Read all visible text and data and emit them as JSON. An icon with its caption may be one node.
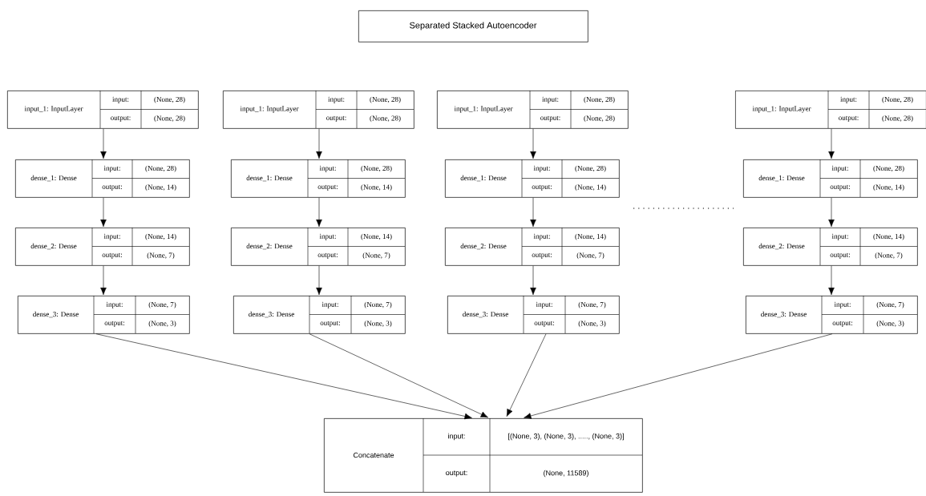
{
  "diagram": {
    "nodes": [
      {
        "text": [
          "Separated Stacked Autoencoder"
        ]
      },
      {
        "text": [
          "input_1: InputLayer",
          "input:",
          "(None, 28)",
          "output:",
          "(None, 28)"
        ]
      },
      {
        "text": [
          "dense_1: Dense",
          "input:",
          "(None, 28)",
          "output:",
          "(None, 14)"
        ]
      },
      {
        "text": [
          "dense_2: Dense",
          "input:",
          "(None, 14)",
          "output:",
          "(None, 7)"
        ]
      },
      {
        "text": [
          "dense_3: Dense",
          "input:",
          "(None, 7)",
          "output:",
          "(None, 3)"
        ]
      },
      {
        "text": [
          "input_1: InputLayer",
          "input:",
          "(None, 28)",
          "output:",
          "(None, 28)"
        ]
      },
      {
        "text": [
          "dense_1: Dense",
          "input:",
          "(None, 28)",
          "output:",
          "(None, 14)"
        ]
      },
      {
        "text": [
          "dense_2: Dense",
          "input:",
          "(None, 14)",
          "output:",
          "(None, 7)"
        ]
      },
      {
        "text": [
          "dense_3: Dense",
          "input:",
          "(None, 7)",
          "output:",
          "(None, 3)"
        ]
      },
      {
        "text": [
          "input_1: InputLayer",
          "input:",
          "(None, 28)",
          "output:",
          "(None, 28)"
        ]
      },
      {
        "text": [
          "dense_1: Dense",
          "input:",
          "(None, 28)",
          "output:",
          "(None, 14)"
        ]
      },
      {
        "text": [
          "dense_2: Dense",
          "input:",
          "(None, 14)",
          "output:",
          "(None, 7)"
        ]
      },
      {
        "text": [
          "dense_3: Dense",
          "input:",
          "(None, 7)",
          "output:",
          "(None, 3)"
        ]
      },
      {
        "text": [
          "input_1: InputLayer",
          "input:",
          "(None, 28)",
          "output:",
          "(None, 28)"
        ]
      },
      {
        "text": [
          "dense_1: Dense",
          "input:",
          "(None, 28)",
          "output:",
          "(None, 14)"
        ]
      },
      {
        "text": [
          "dense_2: Dense",
          "input:",
          "(None, 14)",
          "output:",
          "(None, 7)"
        ]
      },
      {
        "text": [
          "dense_3: Dense",
          "input:",
          "(None, 7)",
          "output:",
          "(None, 3)"
        ]
      },
      {
        "text": [
          "Concatenate",
          "input:",
          "[(None, 3), (None, 3), ....., (None, 3)]",
          "output:",
          "(None, 11589)"
        ]
      }
    ],
    "edges": [
      {
        "from": 1,
        "to": 2,
        "arrow": "to"
      },
      {
        "from": 2,
        "to": 3,
        "arrow": "to"
      },
      {
        "from": 3,
        "to": 4,
        "arrow": "to"
      },
      {
        "from": 5,
        "to": 6,
        "arrow": "to"
      },
      {
        "from": 6,
        "to": 7,
        "arrow": "to"
      },
      {
        "from": 7,
        "to": 8,
        "arrow": "to"
      },
      {
        "from": 9,
        "to": 10,
        "arrow": "to"
      },
      {
        "from": 10,
        "to": 11,
        "arrow": "to"
      },
      {
        "from": 11,
        "to": 12,
        "arrow": "to"
      },
      {
        "from": 13,
        "to": 14,
        "arrow": "to"
      },
      {
        "from": 14,
        "to": 15,
        "arrow": "to"
      },
      {
        "from": 15,
        "to": 16,
        "arrow": "to"
      },
      {
        "from": 4,
        "to": 17,
        "arrow": "to"
      },
      {
        "from": 8,
        "to": 17,
        "arrow": "to"
      },
      {
        "from": 12,
        "to": 17,
        "arrow": "to"
      },
      {
        "from": 16,
        "to": 17,
        "arrow": "to"
      }
    ]
  }
}
